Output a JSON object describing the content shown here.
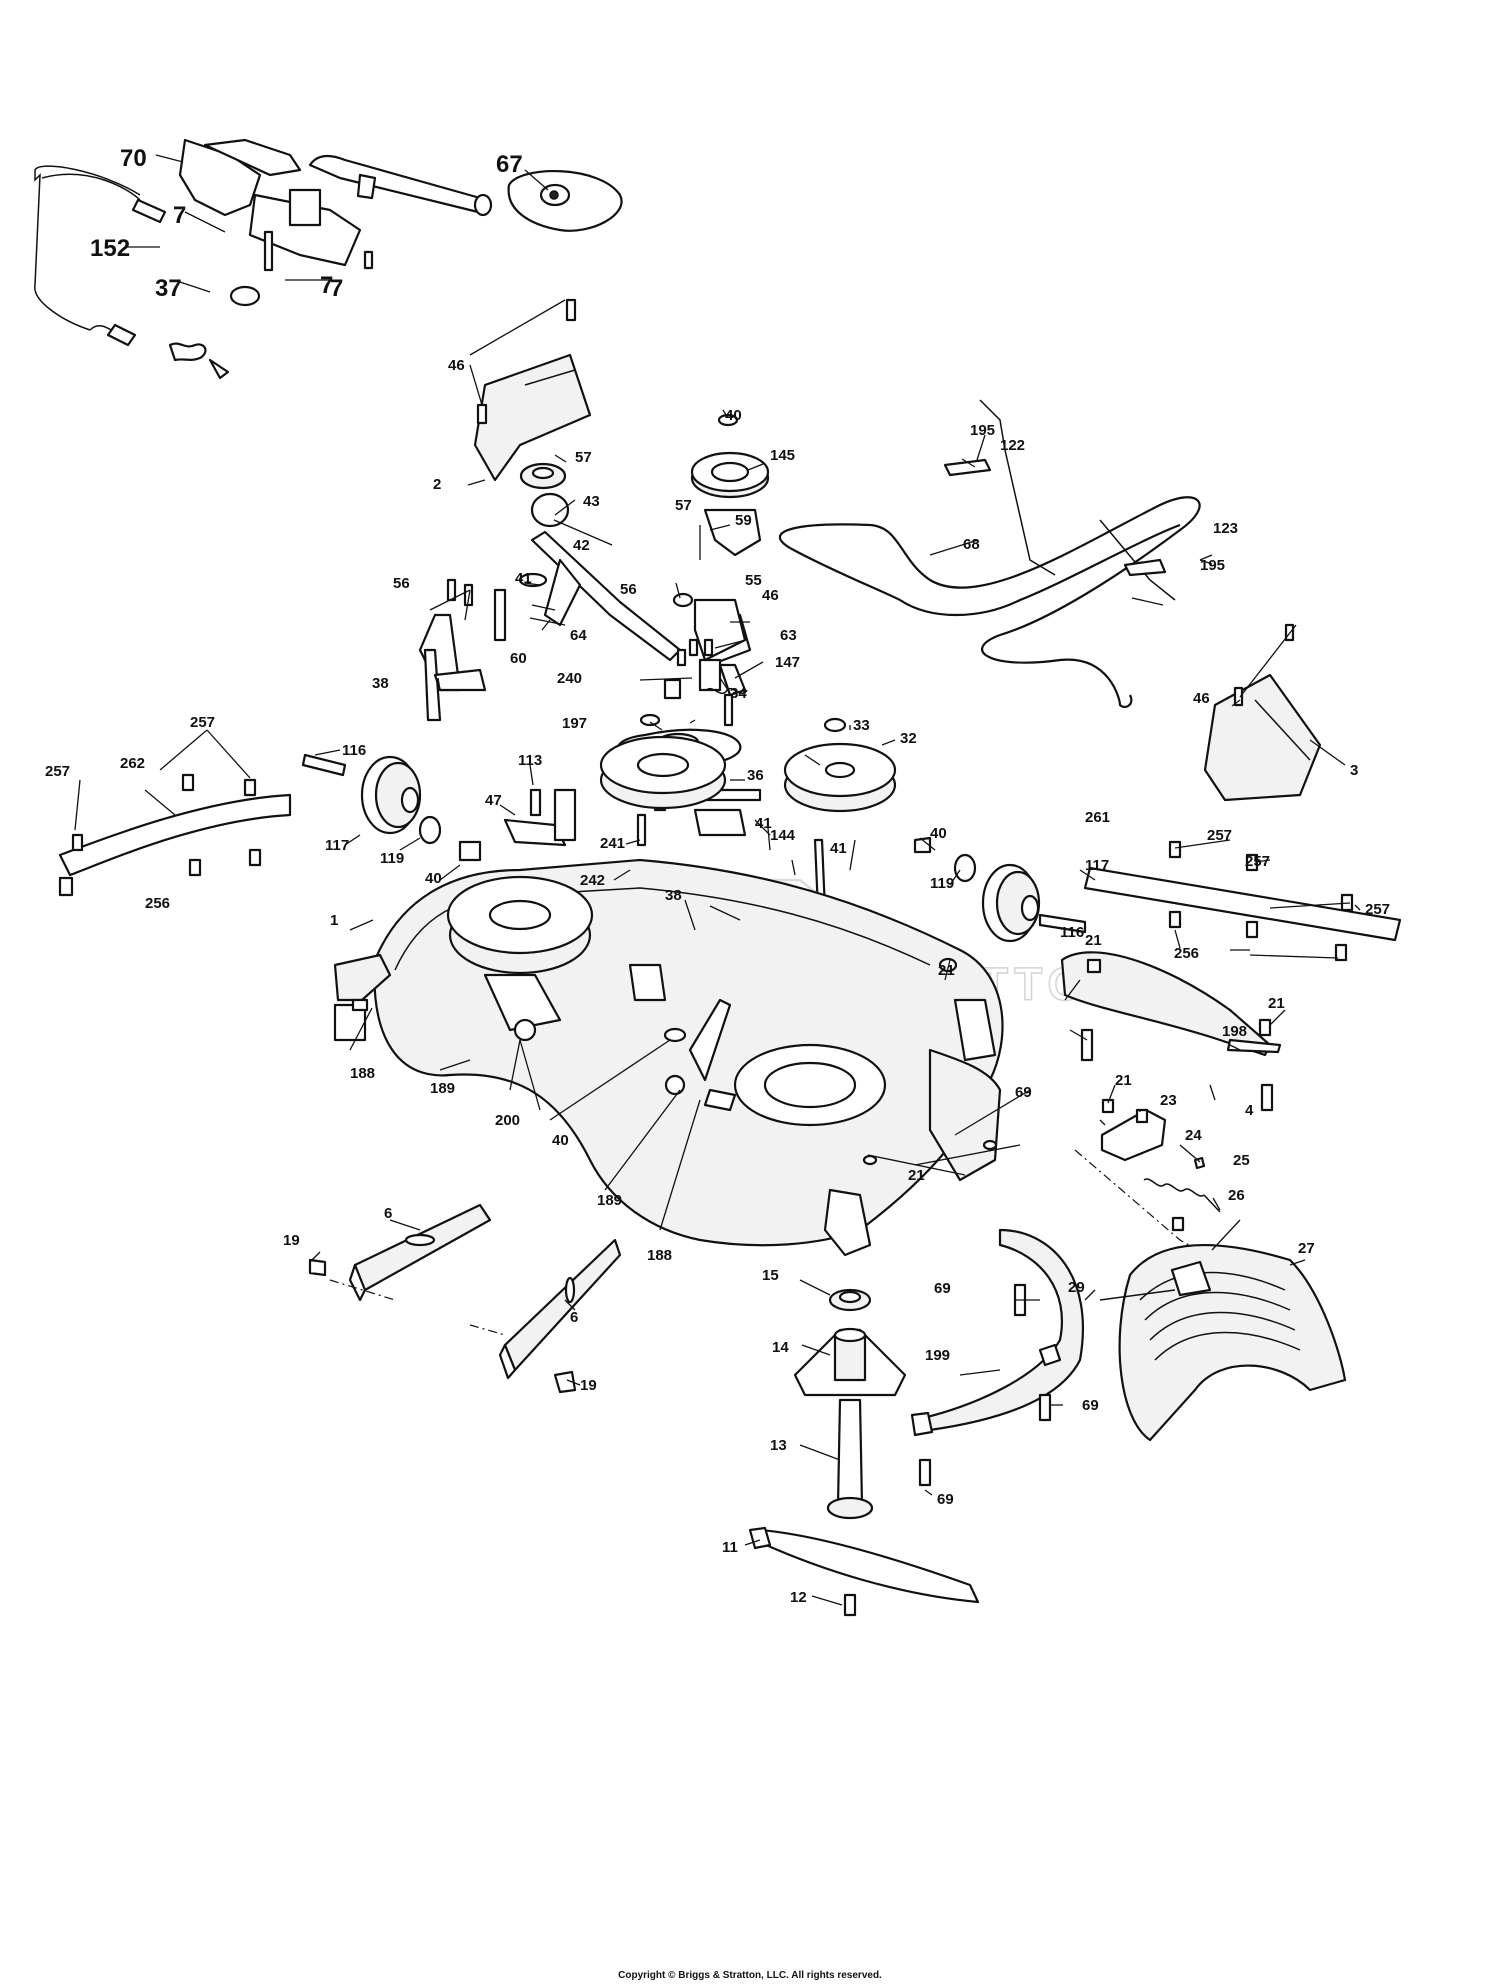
{
  "watermark": "BRIGGS & STRATTON",
  "copyright": "Copyright © Briggs & Stratton, LLC. All rights reserved.",
  "callouts": [
    "70",
    "67",
    "7",
    "7",
    "152",
    "37",
    "7",
    "46",
    "2",
    "57",
    "43",
    "42",
    "40",
    "145",
    "57",
    "59",
    "56",
    "41",
    "56",
    "55",
    "46",
    "63",
    "60",
    "64",
    "147",
    "38",
    "240",
    "34",
    "197",
    "195",
    "122",
    "68",
    "123",
    "195",
    "46",
    "3",
    "33",
    "32",
    "36",
    "144",
    "257",
    "262",
    "257",
    "116",
    "113",
    "47",
    "117",
    "119",
    "40",
    "241",
    "242",
    "41",
    "41",
    "38",
    "40",
    "119",
    "117",
    "261",
    "257",
    "257",
    "116",
    "21",
    "256",
    "257",
    "256",
    "1",
    "21",
    "198",
    "21",
    "188",
    "189",
    "200",
    "40",
    "69",
    "21",
    "23",
    "4",
    "24",
    "25",
    "21",
    "189",
    "188",
    "26",
    "27",
    "6",
    "19",
    "15",
    "69",
    "29",
    "6",
    "14",
    "199",
    "19",
    "69",
    "13",
    "69",
    "11",
    "12"
  ]
}
